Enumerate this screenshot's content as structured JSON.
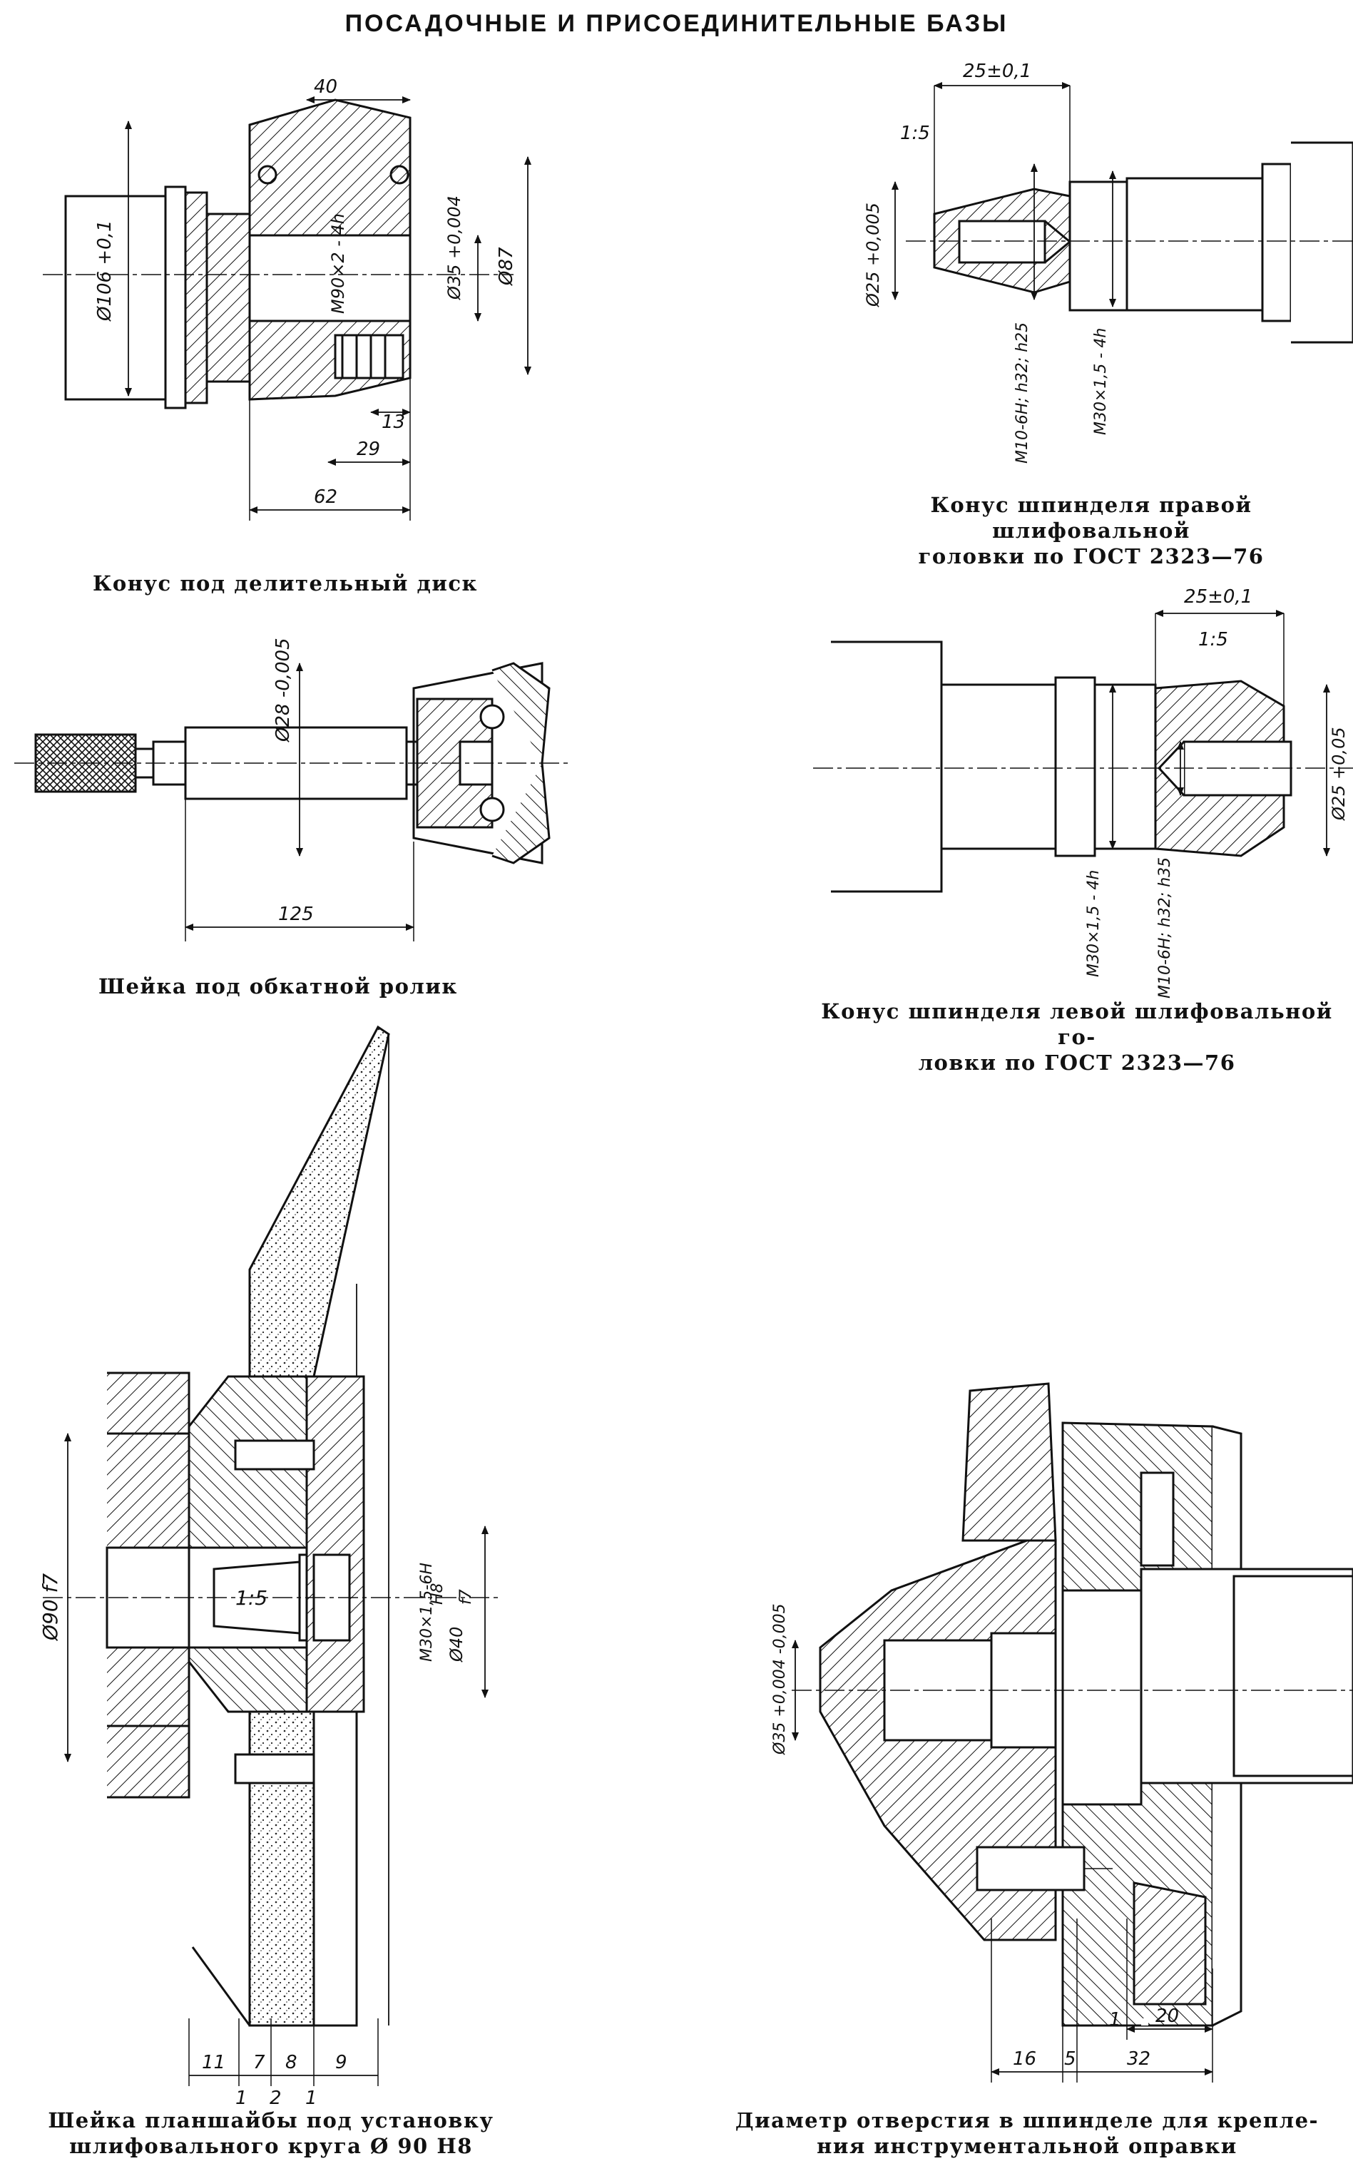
{
  "page_title": "ПОСАДОЧНЫЕ И ПРИСОЕДИНИТЕЛЬНЫЕ БАЗЫ",
  "figures": {
    "cone_disk": {
      "caption": "Конус под делительный диск",
      "dims": {
        "d106": "Ø106 +0,1",
        "thread": "M90×2 - 4h",
        "d35": "Ø35 +0,004",
        "d87": "Ø87",
        "l40": "40",
        "l13": "13",
        "l29": "29",
        "l62": "62"
      }
    },
    "spindle_right": {
      "caption_line1": "Конус шпинделя правой шлифовальной",
      "caption_line2": "головки по ГОСТ 2323—76",
      "dims": {
        "l25": "25±0,1",
        "taper": "1:5",
        "d25": "Ø25 +0,005",
        "m10": "M10-6H; h32; h25",
        "m30": "M30×1,5 - 4h"
      }
    },
    "journal_roller": {
      "caption": "Шейка под обкатной ролик",
      "dims": {
        "d28": "Ø28 -0,005",
        "l125": "125"
      }
    },
    "spindle_left": {
      "caption_line1": "Конус шпинделя левой шлифовальной го-",
      "caption_line2": "ловки по ГОСТ 2323—76",
      "dims": {
        "l25": "25±0,1",
        "taper": "1:5",
        "d25": "Ø25 +0,05",
        "m30": "M30×1,5 - 4h",
        "m10": "M10-6H; h32; h35"
      }
    },
    "faceplate": {
      "caption_line1": "Шейка планшайбы под установку",
      "caption_line2": "шлифовального круга Ø 90 Н8",
      "dims": {
        "d90": "Ø90 f7",
        "taper": "1:5",
        "m30": "M30×1,5-6H",
        "d40": "Ø40",
        "fit_h8": "H8",
        "fit_f7": "f7",
        "b11": "11",
        "b7": "7",
        "b8": "8",
        "b9": "9",
        "s1a": "1",
        "s2": "2",
        "s1b": "1"
      }
    },
    "spindle_bore": {
      "caption_line1": "Диаметр отверстия в шпинделе для крепле-",
      "caption_line2": "ния инструментальной оправки",
      "dims": {
        "d35": "Ø35 +0,004 -0,005",
        "l1": "1",
        "l20": "20",
        "l16": "16",
        "l5": "5",
        "l32": "32"
      }
    }
  }
}
